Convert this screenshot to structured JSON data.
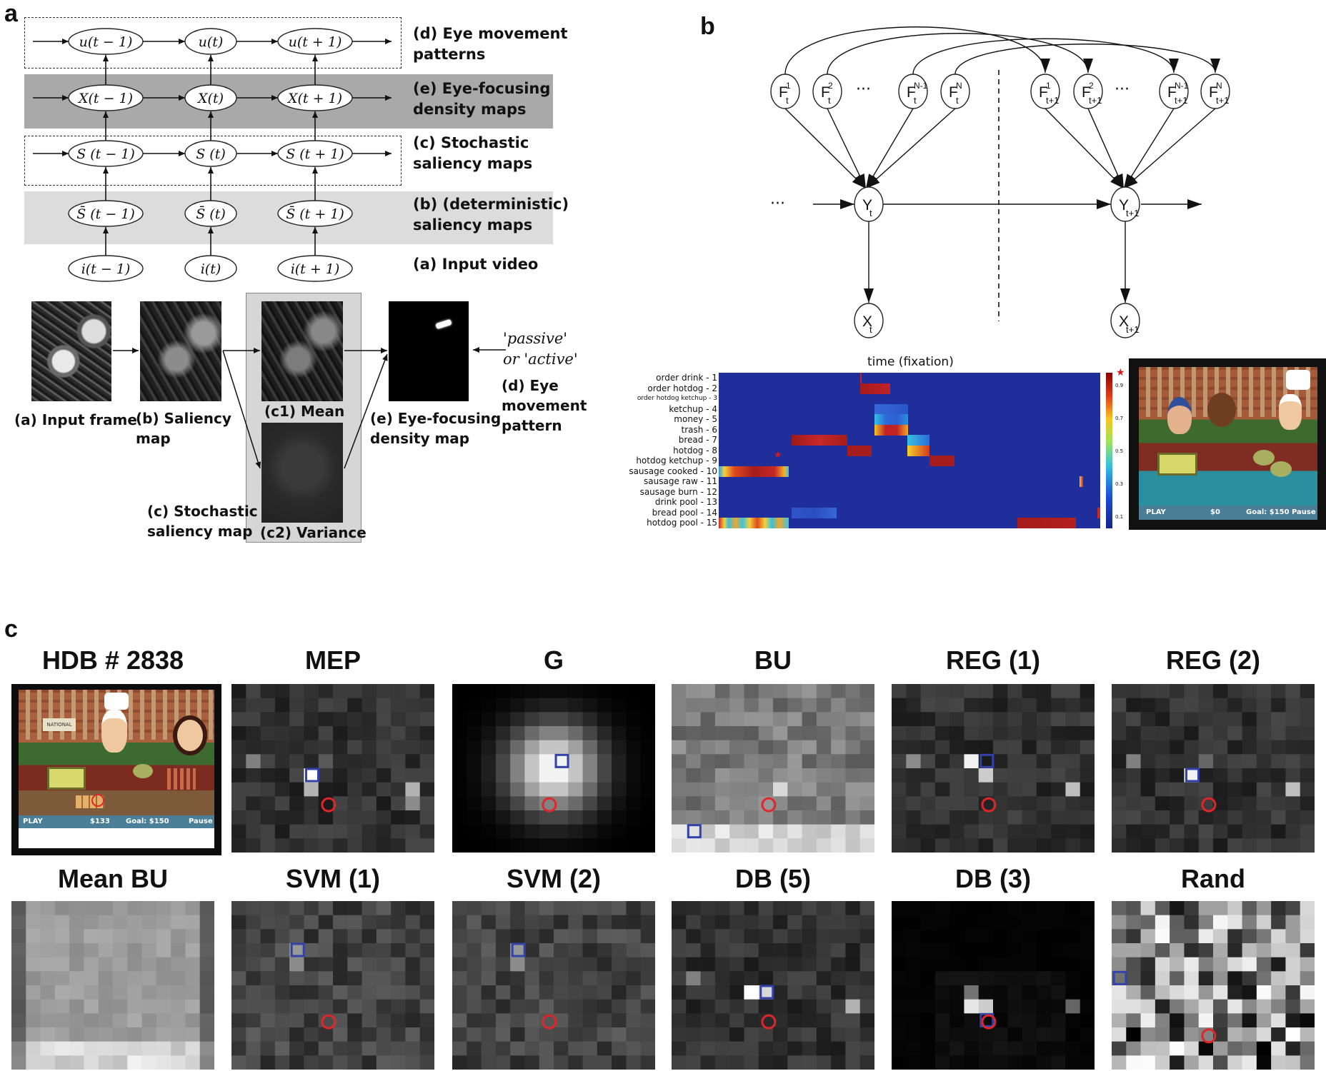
{
  "panels": {
    "a": "a",
    "b": "b",
    "c": "c"
  },
  "panel_a": {
    "nodes": {
      "u": [
        "u(t − 1)",
        "u(t)",
        "u(t + 1)"
      ],
      "X": [
        "X(t − 1)",
        "X(t)",
        "X(t + 1)"
      ],
      "S": [
        "S (t − 1)",
        "S (t)",
        "S (t + 1)"
      ],
      "Sbar": [
        "S̄ (t − 1)",
        "S̄ (t)",
        "S̄ (t + 1)"
      ],
      "i": [
        "i(t − 1)",
        "i(t)",
        "i(t + 1)"
      ]
    },
    "rows": {
      "d_line1": "(d) Eye movement",
      "d_line2": "patterns",
      "e_line1": "(e) Eye-focusing",
      "e_line2": "density maps",
      "c_line1": "(c) Stochastic",
      "c_line2": "saliency maps",
      "b_line1": "(b) (deterministic)",
      "b_line2": "saliency maps",
      "a_line1": "(a) Input video"
    },
    "captions": {
      "input": "(a) Input frame",
      "sal1": "(b) Saliency",
      "sal2": "map",
      "mean": "(c1) Mean",
      "variance": "(c2) Variance",
      "stoch1": "(c) Stochastic",
      "stoch2": "saliency map",
      "dens1": "(e) Eye-focusing",
      "dens2": "density map",
      "passive": "'passive'",
      "active": "or  'active'",
      "eye1": "(d) Eye",
      "eye2": "movement",
      "eye3": "pattern"
    }
  },
  "panel_b": {
    "F_left": [
      "F",
      "F",
      "F",
      "F"
    ],
    "F_left_sup": [
      "1",
      "2",
      "N-1",
      "N"
    ],
    "F_left_sub": [
      "t",
      "t",
      "t",
      "t"
    ],
    "F_right_sup": [
      "1",
      "2",
      "N-1",
      "N"
    ],
    "F_right_sub": [
      "t+1",
      "t+1",
      "t+1",
      "t+1"
    ],
    "dots": "···",
    "Y": [
      "Y",
      "Y"
    ],
    "Y_sub": [
      "t",
      "t+1"
    ],
    "Xn": [
      "X",
      "X"
    ],
    "X_sub": [
      "t",
      "t+1"
    ],
    "heatmap_title": "time (fixation)",
    "heatmap_rows": [
      "order drink -  1",
      "order hotdog -  2",
      "order hotdog ketchup -  3",
      "ketchup -  4",
      "money -  5",
      "trash -  6",
      "bread -  7",
      "hotdog -  8",
      "hotdog ketchup -  9",
      "sausage cooked - 10",
      "sausage raw -  11",
      "sausage burn - 12",
      "drink pool - 13",
      "bread pool - 14",
      "hotdog pool - 15"
    ],
    "colorbar_ticks": [
      "0.9",
      "0.7",
      "0.5",
      "0.3",
      "0.1"
    ],
    "game_hud": {
      "play": "PLAY",
      "money": "$0",
      "goal": "Goal: $150",
      "pause": "Pause"
    }
  },
  "panel_c": {
    "titles_row1": [
      "HDB # 2838",
      "MEP",
      "G",
      "BU",
      "REG (1)",
      "REG (2)"
    ],
    "titles_row2": [
      "Mean BU",
      "SVM (1)",
      "SVM (2)",
      "DB (5)",
      "DB (3)",
      "Rand"
    ],
    "game_hud": {
      "play": "PLAY",
      "money": "$133",
      "goal": "Goal: $150",
      "pause": "Pause",
      "sign": "NATIONAL"
    }
  },
  "colors": {
    "blue_box": "#3342a8",
    "red_circle": "#e0262a",
    "dark_band": "#a9a9a9",
    "light_band": "#dcdcdc",
    "heat_bg": "#1e2f9a"
  }
}
